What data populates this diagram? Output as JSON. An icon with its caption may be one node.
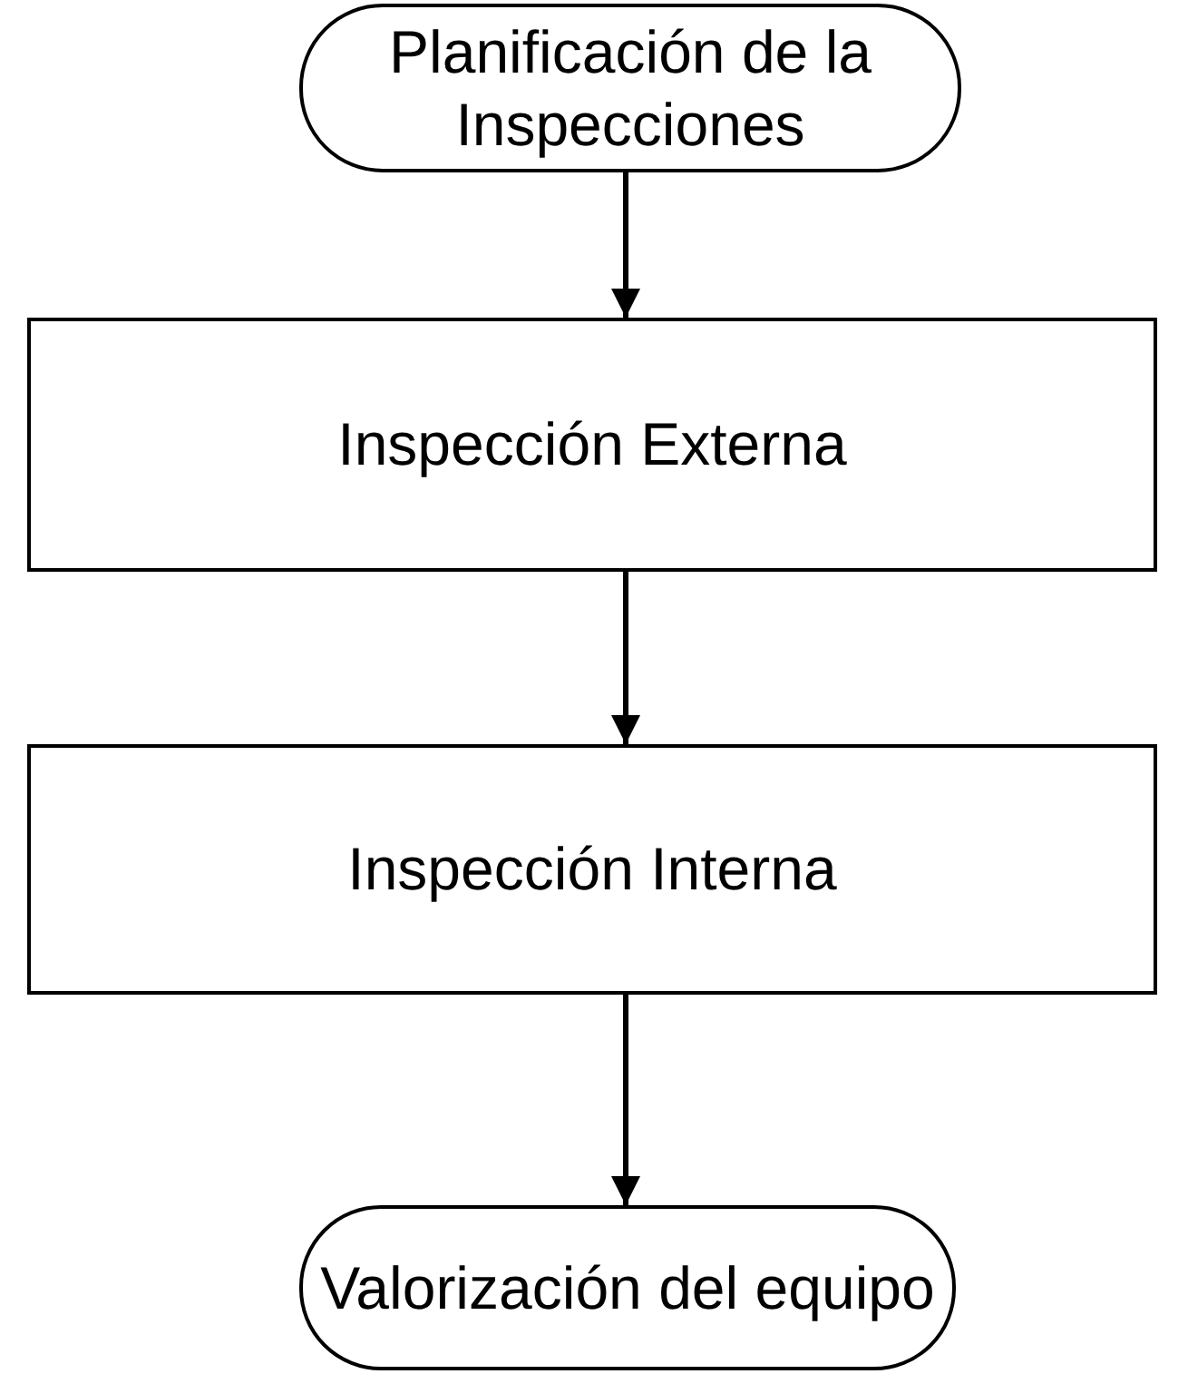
{
  "diagram": {
    "nodes": [
      {
        "text": [
          "Planificación de la Inspecciones"
        ]
      },
      {
        "text": [
          "Inspección Externa"
        ]
      },
      {
        "text": [
          "Inspección Interna"
        ]
      },
      {
        "text": [
          "Valorización del equipo"
        ]
      }
    ],
    "edges": [
      {
        "from": 0,
        "to": 1,
        "arrow": "to"
      },
      {
        "from": 1,
        "to": 2,
        "arrow": "to"
      },
      {
        "from": 2,
        "to": 3,
        "arrow": "to"
      }
    ]
  }
}
